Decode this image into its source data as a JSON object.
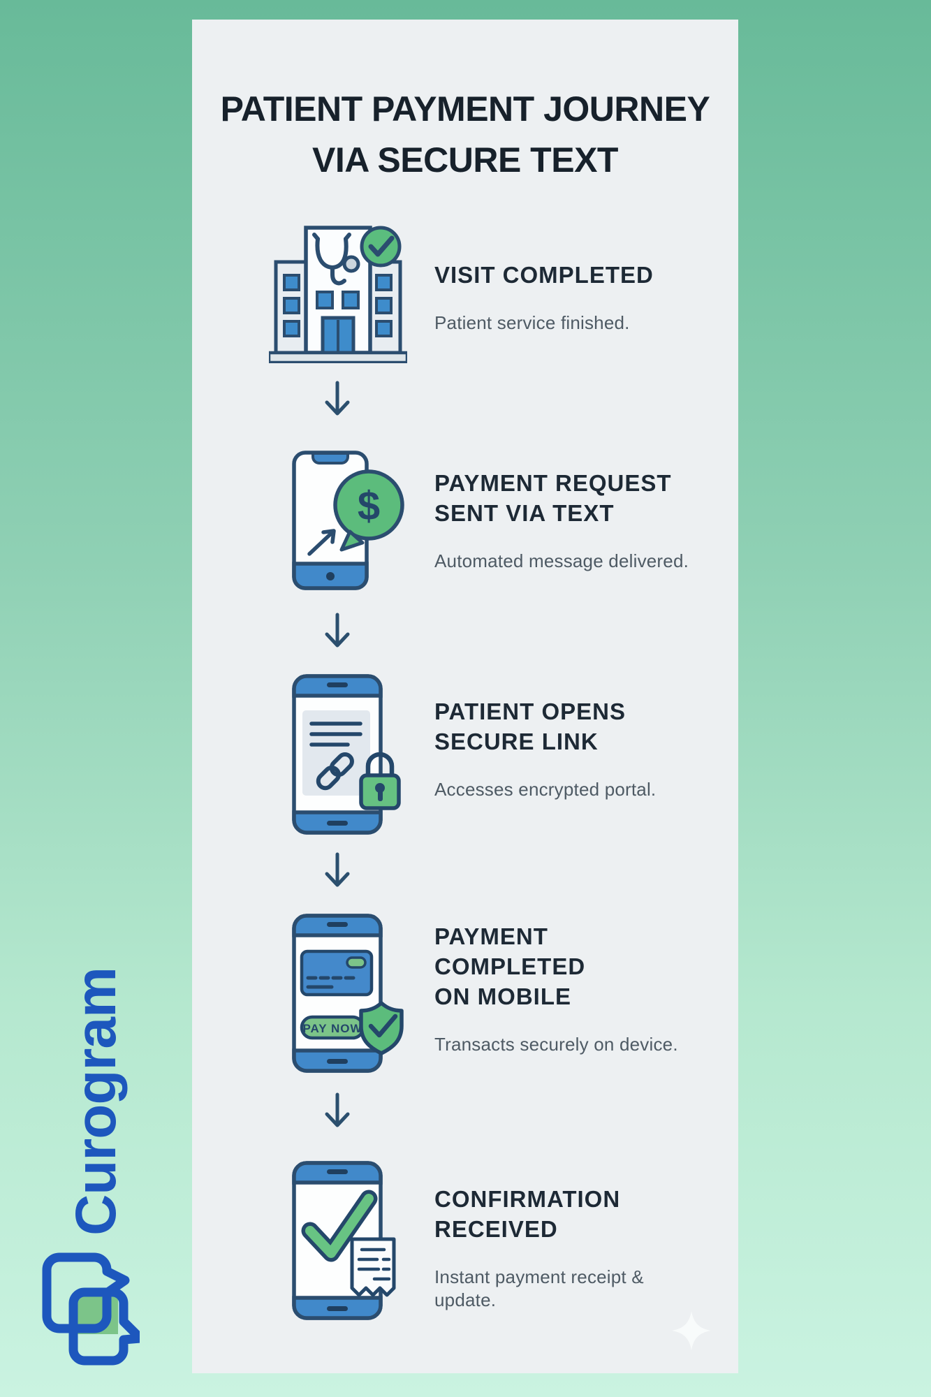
{
  "brand": {
    "name": "Curogram",
    "logo_icon": "chat-bubbles-icon"
  },
  "title": "PATIENT PAYMENT JOURNEY\nVIA SECURE TEXT",
  "steps": [
    {
      "id": 1,
      "icon": "hospital-check-icon",
      "heading": "VISIT COMPLETED",
      "description": "Patient service finished."
    },
    {
      "id": 2,
      "icon": "phone-payment-message-icon",
      "heading": "PAYMENT REQUEST\nSENT VIA TEXT",
      "description": "Automated message delivered."
    },
    {
      "id": 3,
      "icon": "phone-secure-link-icon",
      "heading": "PATIENT OPENS\nSECURE LINK",
      "description": "Accesses encrypted portal."
    },
    {
      "id": 4,
      "icon": "phone-pay-shield-icon",
      "heading": "PAYMENT\nCOMPLETED\nON MOBILE",
      "description": "Transacts securely on device."
    },
    {
      "id": 5,
      "icon": "phone-confirmation-receipt-icon",
      "heading": "CONFIRMATION\nRECEIVED",
      "description": "Instant payment receipt &\nupdate."
    }
  ],
  "icon_labels": {
    "pay_button": "PAY NOW",
    "dollar": "$"
  },
  "colors": {
    "bg_top": "#68ba99",
    "bg_bottom": "#caf3e1",
    "card": "#edf0f2",
    "icon_blue": "#4189ca",
    "outline_navy": "#2b4d6f",
    "accent_green": "#5cbc7c",
    "heading_text": "#1d2935",
    "body_text": "#4e5a64",
    "brand_blue": "#1d57bd",
    "logo_green": "#7cc489"
  }
}
